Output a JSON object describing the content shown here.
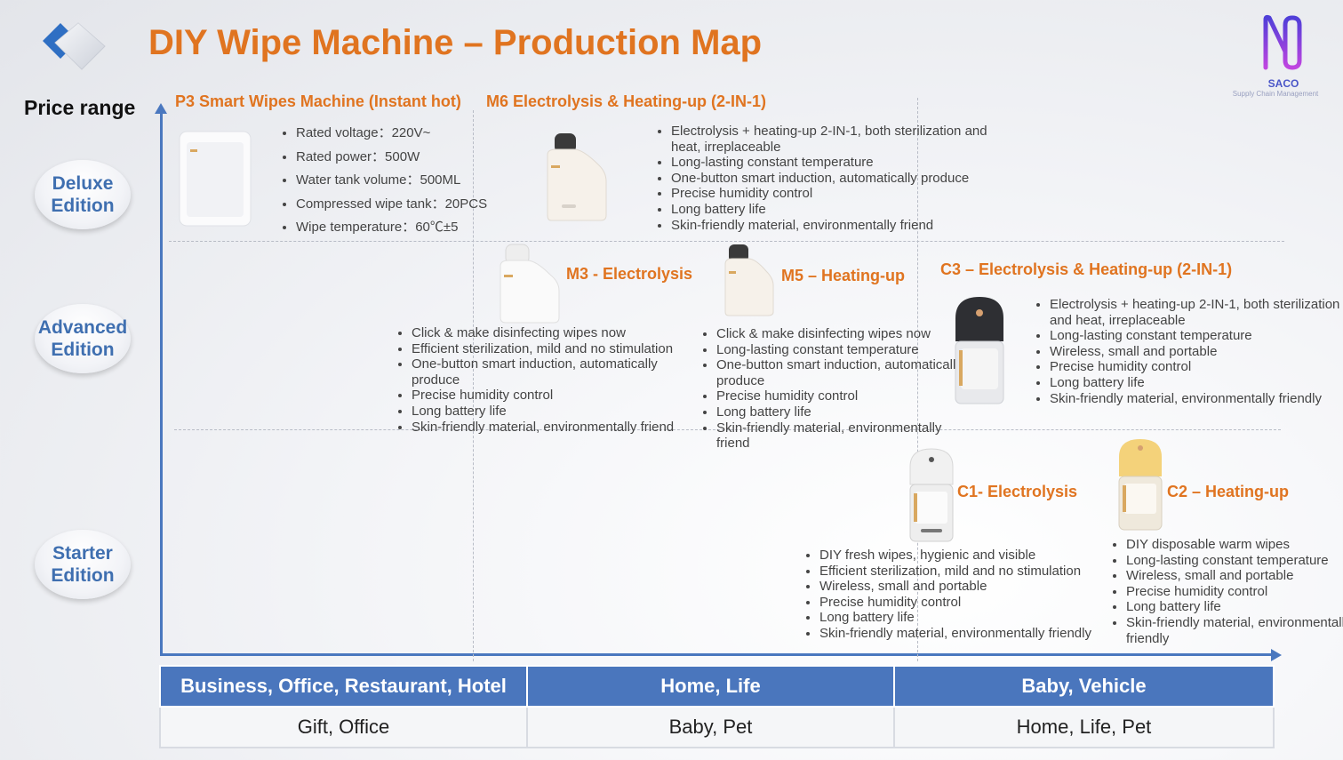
{
  "header": {
    "title": "DIY Wipe Machine – Production Map",
    "brand_name": "SACO",
    "brand_tagline": "Supply Chain Management"
  },
  "axis": {
    "y_label": "Price range",
    "editions": [
      "Deluxe Edition",
      "Advanced Edition",
      "Starter Edition"
    ]
  },
  "products": {
    "p3": {
      "title": "P3 Smart Wipes Machine (Instant hot)",
      "features": [
        "Rated voltage：220V~",
        "Rated power：500W",
        "Water tank volume：500ML",
        "Compressed wipe tank：20PCS",
        "Wipe temperature：60℃±5"
      ]
    },
    "m6": {
      "title": "M6 Electrolysis & Heating-up (2-IN-1)",
      "features": [
        "Electrolysis + heating-up  2-IN-1, both sterilization and heat, irreplaceable",
        "Long-lasting constant temperature",
        "One-button smart induction, automatically produce",
        "Precise humidity control",
        "Long battery life",
        "Skin-friendly material, environmentally friend"
      ]
    },
    "m3": {
      "title": "M3 - Electrolysis",
      "features": [
        "Click & make disinfecting wipes now",
        "Efficient sterilization, mild and no stimulation",
        "One-button smart induction, automatically produce",
        "Precise humidity control",
        "Long battery life",
        "Skin-friendly material, environmentally friend"
      ]
    },
    "m5": {
      "title": "M5 – Heating-up",
      "features": [
        "Click & make disinfecting wipes now",
        "Long-lasting constant temperature",
        "One-button smart induction, automatically produce",
        "Precise humidity control",
        "Long battery life",
        "Skin-friendly material, environmentally friend"
      ]
    },
    "c3": {
      "title": "C3 – Electrolysis & Heating-up (2-IN-1)",
      "features": [
        "Electrolysis + heating-up  2-IN-1, both sterilization and heat, irreplaceable",
        "Long-lasting constant temperature",
        "Wireless, small and portable",
        "Precise humidity control",
        "Long battery life",
        "Skin-friendly material, environmentally friendly"
      ]
    },
    "c1": {
      "title": "C1- Electrolysis",
      "features": [
        "DIY fresh wipes, hygienic and visible",
        "Efficient sterilization, mild and no stimulation",
        "Wireless, small and portable",
        "Precise humidity control",
        "Long battery life",
        "Skin-friendly material, environmentally friendly"
      ]
    },
    "c2": {
      "title": "C2 – Heating-up",
      "features": [
        "DIY disposable warm wipes",
        "Long-lasting constant temperature",
        "Wireless, small and portable",
        "Precise humidity control",
        "Long battery life",
        "Skin-friendly material, environmentally friendly"
      ]
    }
  },
  "footer": {
    "segments": [
      "Business, Office, Restaurant, Hotel",
      "Home, Life",
      "Baby, Vehicle"
    ],
    "sub_segments": [
      "Gift, Office",
      "Baby, Pet",
      "Home, Life, Pet"
    ]
  },
  "colors": {
    "accent_orange": "#e07420",
    "axis_blue": "#4a78bf",
    "edition_text_blue": "#3f6fb0",
    "table_header_blue": "#4a76bd"
  }
}
